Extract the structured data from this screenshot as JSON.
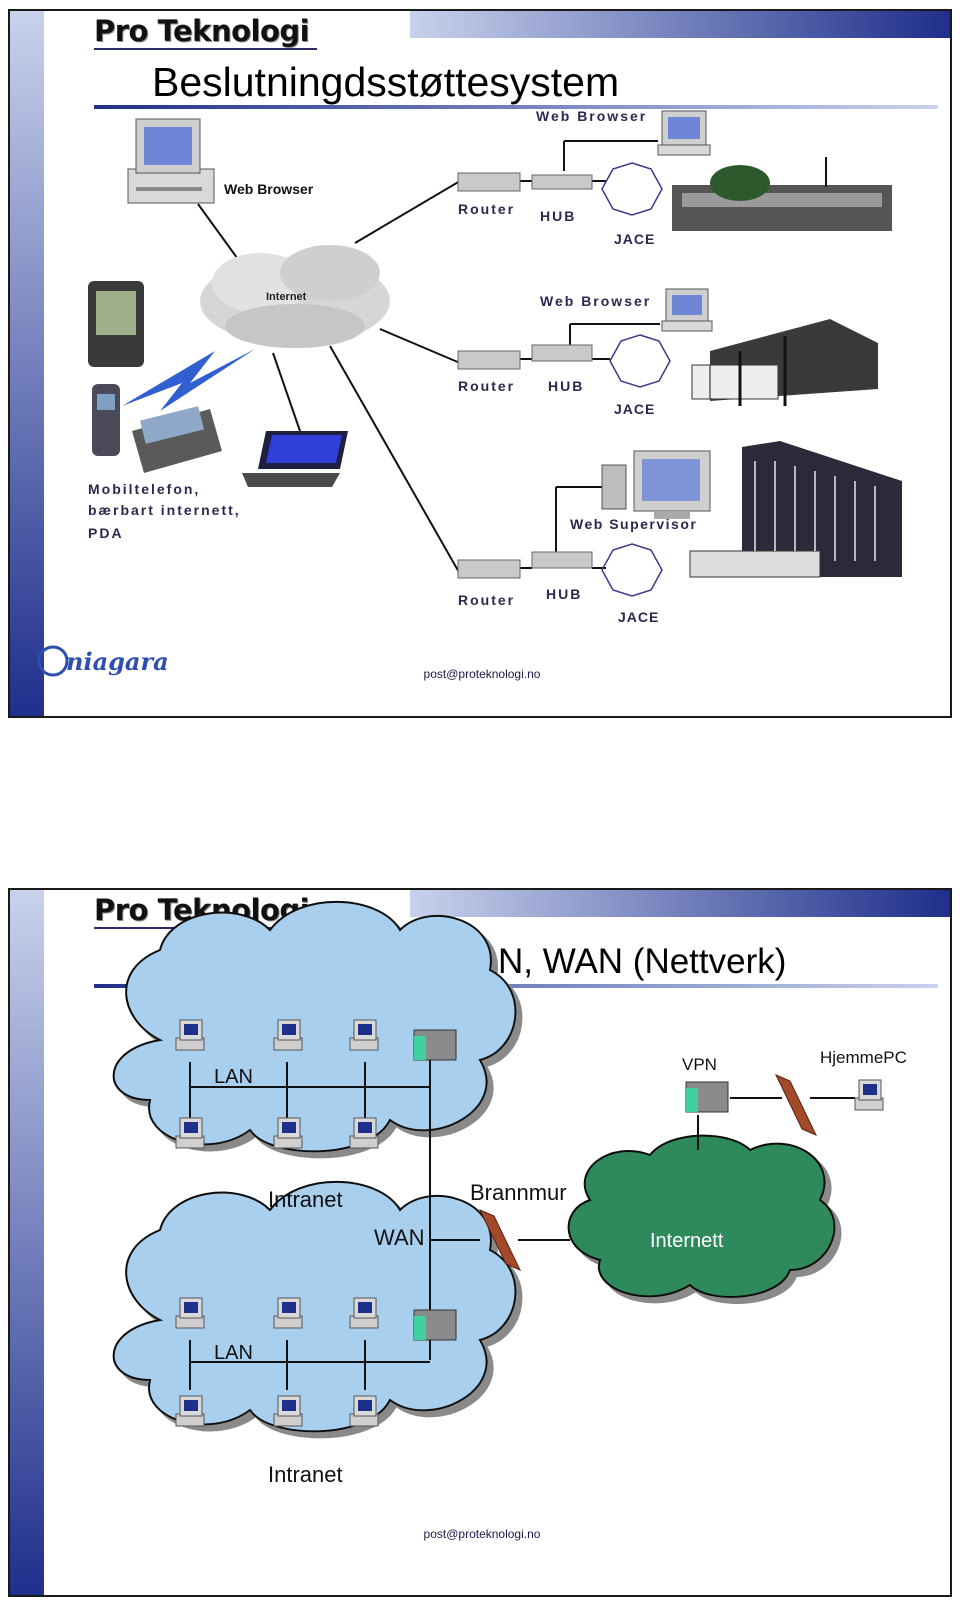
{
  "brand": "Pro Teknologi",
  "footer_email": "post@proteknologi.no",
  "colors": {
    "sidebar_top": "#c8d2ec",
    "sidebar_bottom": "#1f2f8c",
    "band_dark": "#1f2f8c",
    "band_light": "#c8d2ec",
    "lan_cloud": "#a9cfee",
    "internet_cloud": "#2f8a5a"
  },
  "slide1": {
    "title": "Beslutningdsstøttesystem",
    "labels": {
      "web_browser_main": "Web Browser",
      "internet_cloud": "Internet",
      "mobile_line1": "Mobiltelefon,",
      "mobile_line2": "bærbart internett,",
      "mobile_line3": "PDA",
      "web_browser_1": "Web Browser",
      "router_1": "Router",
      "hub_1": "HUB",
      "jace_1": "JACE",
      "web_browser_2": "Web Browser",
      "router_2": "Router",
      "hub_2": "HUB",
      "jace_2": "JACE",
      "web_supervisor": "Web Supervisor",
      "router_3": "Router",
      "hub_3": "HUB",
      "jace_3": "JACE",
      "niagara_logo": "niagara"
    }
  },
  "slide2": {
    "title": "Oppbygging av LAN, WAN (Nettverk)",
    "labels": {
      "lan_top": "LAN",
      "intranet_top": "Intranet",
      "wan": "WAN",
      "brannmur": "Brannmur",
      "internett": "Internett",
      "vpn": "VPN",
      "hjemmepc": "HjemmePC",
      "lan_bottom": "LAN",
      "intranet_bottom": "Intranet"
    }
  }
}
